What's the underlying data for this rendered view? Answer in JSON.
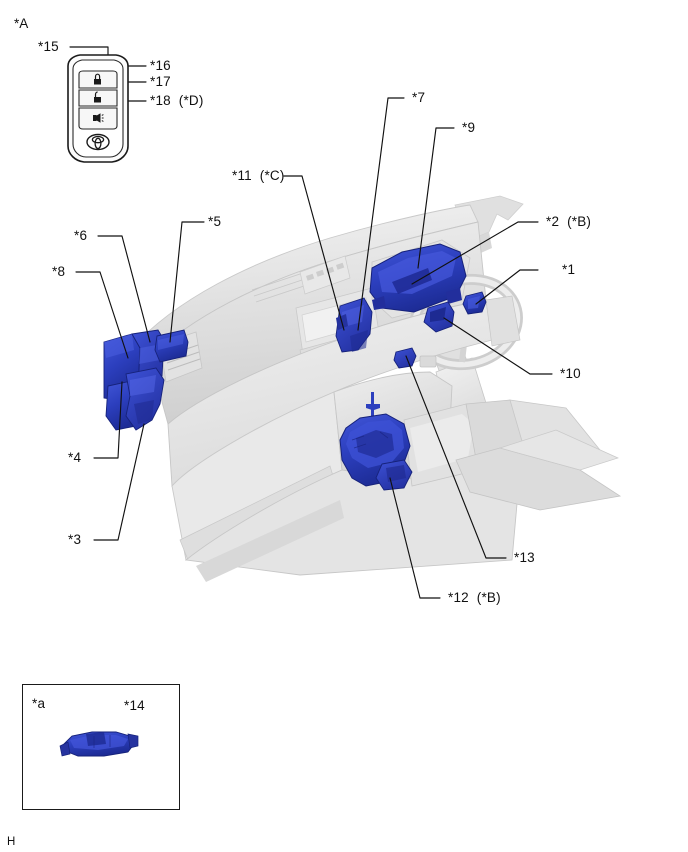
{
  "diagram": {
    "section_tag": "*A",
    "footer_mark": "H",
    "inset_tag": "*a",
    "accent_color": "#2c3fbe",
    "body_color": "#e9e9e9",
    "line_color": "#111111"
  },
  "callouts": [
    {
      "id": "c1",
      "text": "*1"
    },
    {
      "id": "c2",
      "text": "*2  (*B)"
    },
    {
      "id": "c3",
      "text": "*3"
    },
    {
      "id": "c4",
      "text": "*4"
    },
    {
      "id": "c5",
      "text": "*5"
    },
    {
      "id": "c6",
      "text": "*6"
    },
    {
      "id": "c7",
      "text": "*7"
    },
    {
      "id": "c8",
      "text": "*8"
    },
    {
      "id": "c9",
      "text": "*9"
    },
    {
      "id": "c10",
      "text": "*10"
    },
    {
      "id": "c11",
      "text": "*11  (*C)"
    },
    {
      "id": "c12",
      "text": "*12  (*B)"
    },
    {
      "id": "c13",
      "text": "*13"
    },
    {
      "id": "c14",
      "text": "*14"
    },
    {
      "id": "c15",
      "text": "*15"
    },
    {
      "id": "c16",
      "text": "*16"
    },
    {
      "id": "c17",
      "text": "*17"
    },
    {
      "id": "c18",
      "text": "*18  (*D)"
    }
  ],
  "key_fob": {
    "buttons": [
      {
        "name": "lock-button",
        "glyph": "lock-closed-icon"
      },
      {
        "name": "unlock-button",
        "glyph": "lock-open-icon"
      },
      {
        "name": "panic-button",
        "glyph": "alarm-icon"
      }
    ],
    "emblem": "toyota-emblem-icon"
  }
}
